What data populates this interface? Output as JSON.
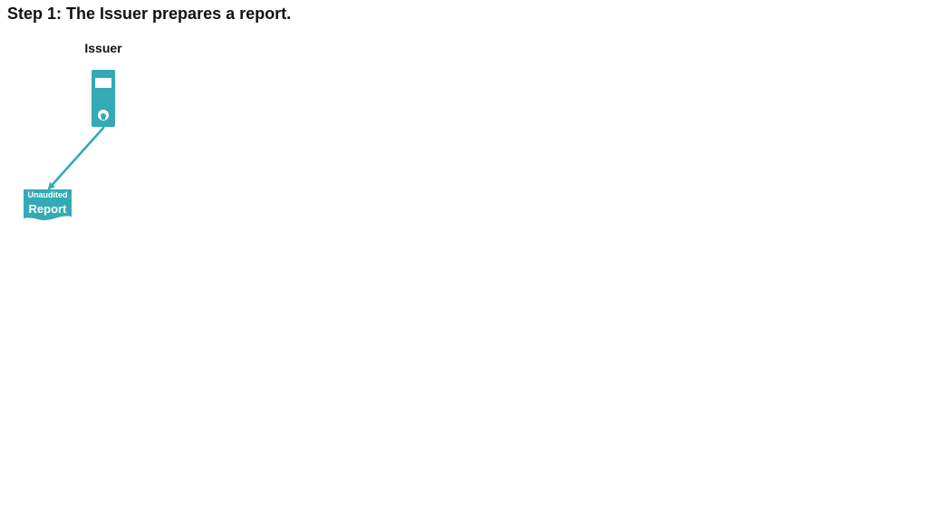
{
  "step": {
    "title": "Step 1: The Issuer prepares a report."
  },
  "actor": {
    "label": "Issuer",
    "icon": "building-icon",
    "color": "#33aab4"
  },
  "document": {
    "line1": "Unaudited",
    "line2": "Report",
    "icon": "document-icon",
    "color": "#33aab4"
  },
  "connector": {
    "from": "Issuer",
    "to": "Report",
    "icon": "arrow-icon"
  }
}
